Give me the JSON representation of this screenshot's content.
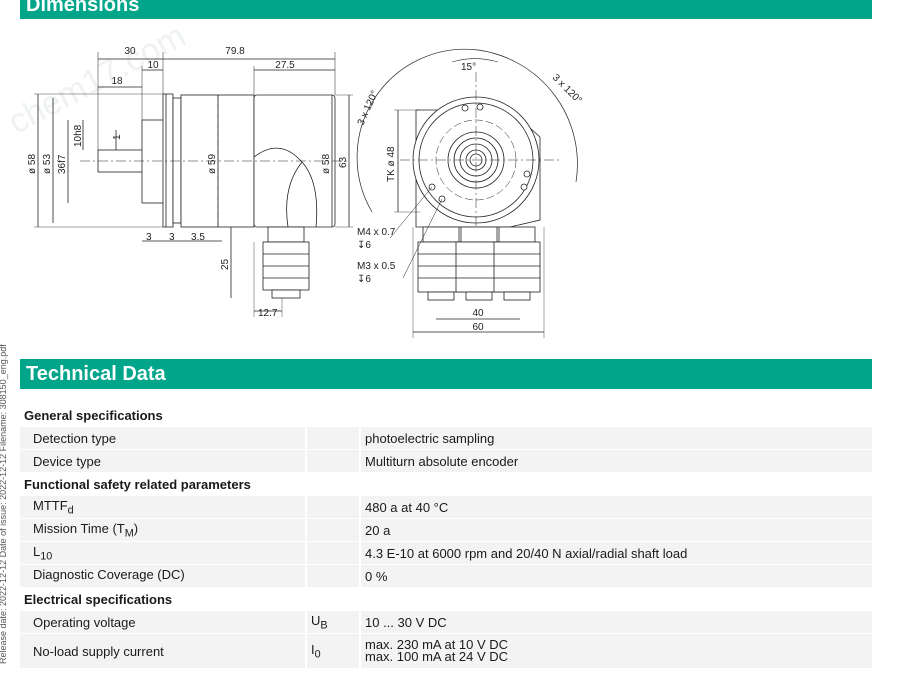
{
  "sections": {
    "dimensions_title": "Dimensions",
    "technical_title": "Technical Data"
  },
  "drawing": {
    "d30": "30",
    "d79_8": "79.8",
    "d10": "10",
    "d27_5": "27.5",
    "d18": "18",
    "d10h8": "10h8",
    "d1": "1",
    "d58a": "ø 58",
    "d53": "ø 53",
    "d36f7": "36f7",
    "d59": "ø 59",
    "d58b": "ø 58",
    "d63": "63",
    "d3": "3",
    "d3b": "3",
    "d3_5": "3.5",
    "d25": "25",
    "d12_7": "12.7",
    "tk48": "TK ø 48",
    "a15": "15°",
    "a120left": "3 x 120°",
    "a120right": "3 x 120°",
    "m4": "M4 x 0.7",
    "m4depth": "↧6",
    "m3": "M3 x 0.5",
    "m3depth": "↧6",
    "d40": "40",
    "d60": "60"
  },
  "side_note": "Release date: 2022-12-12 Date of issue: 2022-12-12 Filename: 308150_eng.pdf",
  "watermark": "chem17.com",
  "table": {
    "general": {
      "title": "General specifications",
      "rows": [
        {
          "label": "Detection type",
          "symbol": "",
          "value": "photoelectric sampling"
        },
        {
          "label": "Device type",
          "symbol": "",
          "value": "Multiturn absolute encoder"
        }
      ]
    },
    "safety": {
      "title": "Functional safety related parameters",
      "rows": [
        {
          "label": "MTTF",
          "label_sub": "d",
          "label_suffix": "",
          "symbol": "",
          "value": "480 a at 40 °C"
        },
        {
          "label": "Mission Time (T",
          "label_sub": "M",
          "label_suffix": ")",
          "symbol": "",
          "value": "20 a"
        },
        {
          "label": "L",
          "label_sub": "10",
          "label_suffix": "",
          "symbol": "",
          "value": "4.3 E-10 at 6000 rpm and 20/40 N axial/radial shaft load"
        },
        {
          "label": "Diagnostic Coverage (DC)",
          "label_sub": "",
          "label_suffix": "",
          "symbol": "",
          "value": "0 %"
        }
      ]
    },
    "electrical": {
      "title": "Electrical specifications",
      "rows": [
        {
          "label": "Operating voltage",
          "symbol": "U",
          "symbol_sub": "B",
          "value": "10 ... 30 V DC",
          "value2": ""
        },
        {
          "label": "No-load supply current",
          "symbol": "I",
          "symbol_sub": "0",
          "value": "max. 230 mA at 10 V DC",
          "value2": "max. 100 mA at 24 V DC"
        }
      ]
    }
  }
}
